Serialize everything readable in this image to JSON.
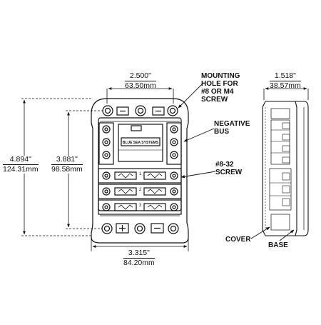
{
  "dimensions": {
    "top_width": {
      "inch": "2.500\"",
      "mm": "63.50mm"
    },
    "bottom_width": {
      "inch": "3.315\"",
      "mm": "84.20mm"
    },
    "overall_height": {
      "inch": "4.894\"",
      "mm": "124.31mm"
    },
    "inner_height": {
      "inch": "3.881\"",
      "mm": "98.58mm"
    },
    "side_depth": {
      "inch": "1.518\"",
      "mm": "38.57mm"
    }
  },
  "callouts": {
    "mounting_hole": "MOUNTING\nHOLE FOR\n#8 OR M4\nSCREW",
    "negative_bus": "NEGATIVE\nBUS",
    "screw": "#8-32\nSCREW",
    "cover": "COVER",
    "base": "BASE"
  },
  "brand_text": "BLUE SEA SYSTEMS",
  "colors": {
    "line": "#111111",
    "fill": "#ffffff",
    "shade": "#d9d9d9"
  }
}
